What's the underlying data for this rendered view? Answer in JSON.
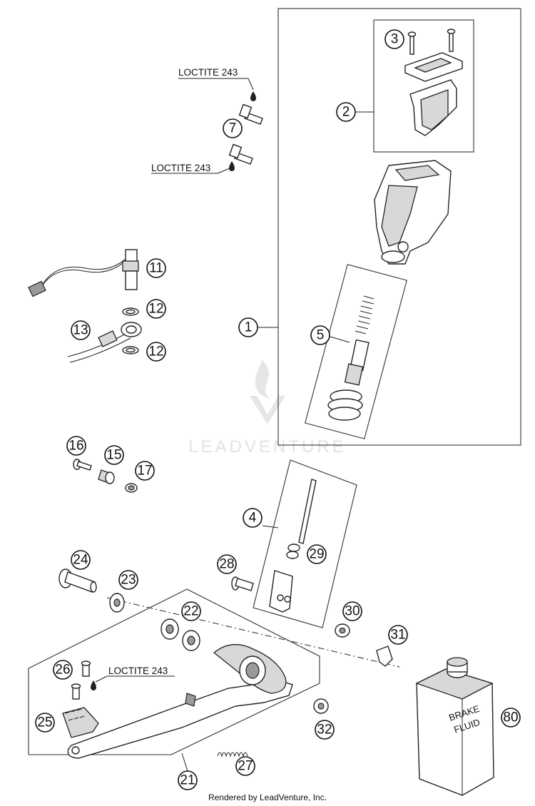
{
  "labels": {
    "loctite_1": "LOCTITE 243",
    "loctite_2": "LOCTITE 243",
    "loctite_3": "LOCTITE 243",
    "brake_fluid_line1": "BRAKE",
    "brake_fluid_line2": "FLUID",
    "footer": "Rendered by LeadVenture, Inc.",
    "watermark": "LEADVENTURE"
  },
  "callouts": {
    "c1": "1",
    "c2": "2",
    "c3": "3",
    "c4": "4",
    "c5": "5",
    "c7": "7",
    "c11": "11",
    "c12a": "12",
    "c12b": "12",
    "c13": "13",
    "c15": "15",
    "c16": "16",
    "c17": "17",
    "c21": "21",
    "c22": "22",
    "c23": "23",
    "c24": "24",
    "c25": "25",
    "c26": "26",
    "c27": "27",
    "c28": "28",
    "c29": "29",
    "c30": "30",
    "c31": "31",
    "c32": "32",
    "c80": "80"
  }
}
